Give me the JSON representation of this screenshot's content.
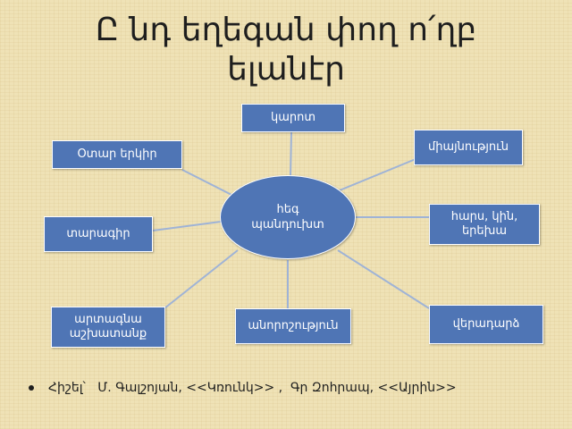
{
  "title": "Ը նդ եղեգան փող ո՛ղբ ելանէր",
  "colors": {
    "node": "#4f75b5",
    "line": "#9fb3d6",
    "background": "#efe2b6"
  },
  "center": "հեգ պանդուխտ",
  "nodes": {
    "top": "կարոտ",
    "top_right": "միայնություն",
    "top_left": "Օտար երկիր",
    "mid_left": "տարագիր",
    "mid_right": "հարս, կին, երեխա",
    "bottom_left": "արտագնա աշխատանք",
    "bottom_center": "անորոշություն",
    "bottom_right": "վերադարձ"
  },
  "footer": "Հիշել՝   Մ. Գալշոյան, <<Կռունկ>> ,  Գր Զոհրապ, <<Այրին>>"
}
